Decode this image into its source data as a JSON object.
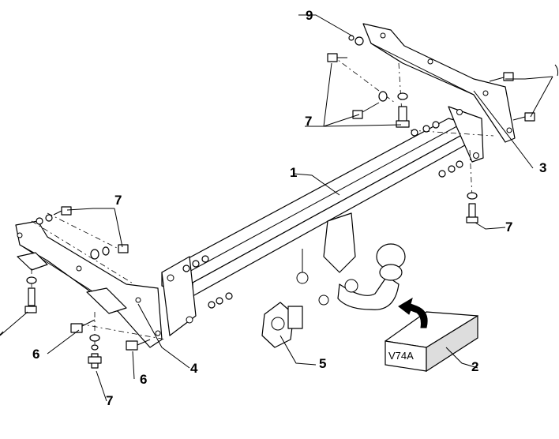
{
  "diagram": {
    "callouts": {
      "c1": "1",
      "c2": "2",
      "c3": "3",
      "c4": "4",
      "c5": "5",
      "c6a": "6",
      "c6b": "6",
      "c7_top": "7",
      "c7_left": "7",
      "c7_right": "7",
      "c7_bottom": "7",
      "c9": "9"
    },
    "package_label": "V74A",
    "colors": {
      "line": "#000000",
      "background": "#ffffff",
      "box_front": "#ffffff",
      "box_side": "#dddddd"
    }
  }
}
